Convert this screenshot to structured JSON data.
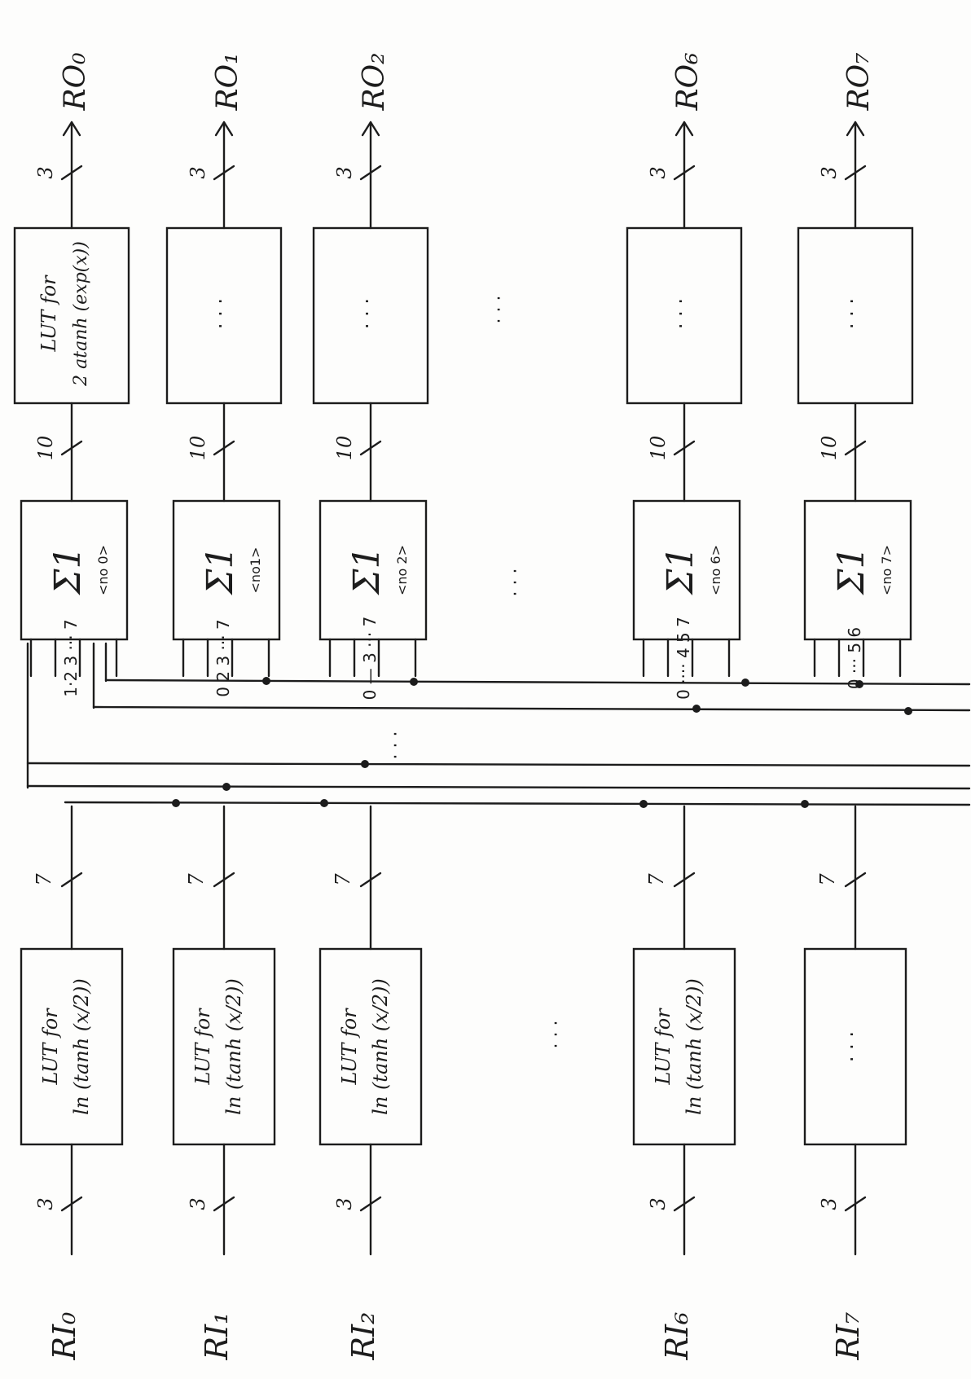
{
  "inputs": [
    "RI₀",
    "RI₁",
    "RI₂",
    "RI₆",
    "RI₇"
  ],
  "outputs": [
    "RO₀",
    "RO₁",
    "RO₂",
    "RO₆",
    "RO₇"
  ],
  "bus_widths": {
    "input": "3",
    "lut_out": "7",
    "sum_out": "10",
    "output": "3"
  },
  "lut_in": {
    "label_line1": "LUT for",
    "label_line2": "ln (tanh (x/2))",
    "ellipsis": "· · ·"
  },
  "sum_blocks": {
    "symbol": "Σ1",
    "labels": [
      "<no 0>",
      "<no1>",
      "<no 2>",
      "<no 6>",
      "<no 7>"
    ],
    "pin_labels": [
      "1·2 3 ··· 7",
      "0 2 3 ··· 7",
      "0 — 3 ··· 7",
      "0 ···· 4 5 7",
      "0 ··· 5 6"
    ]
  },
  "lut_out": {
    "label_line1": "LUT for",
    "label_line2": "2 atanh (exp(x))",
    "ellipsis": "· · ·"
  },
  "gap_ellipsis": "· · ·"
}
